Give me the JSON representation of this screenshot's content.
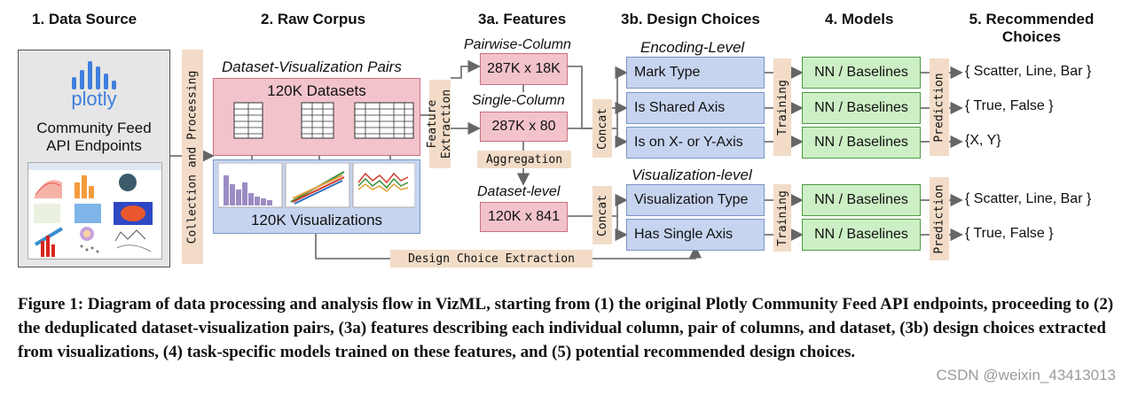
{
  "headers": {
    "data_source": "1. Data Source",
    "raw_corpus": "2. Raw Corpus",
    "features": "3a. Features",
    "design_choices": "3b. Design Choices",
    "models": "4. Models",
    "recommended": "5. Recommended Choices"
  },
  "source": {
    "logo": "plotly",
    "title_line1": "Community Feed",
    "title_line2": "API Endpoints"
  },
  "collection_label": "Collection and Processing",
  "corpus": {
    "pairs_label": "Dataset-Visualization Pairs",
    "datasets": "120K Datasets",
    "visualizations": "120K Visualizations"
  },
  "feature_extraction_label": "Feature Extraction",
  "features": {
    "pairwise_label": "Pairwise-Column",
    "pairwise_dims": "287K x 18K",
    "single_label": "Single-Column",
    "single_dims": "287K x 80",
    "aggregation": "Aggregation",
    "dataset_label": "Dataset-level",
    "dataset_dims": "120K x 841"
  },
  "concat_label": "Concat",
  "design": {
    "encoding_label": "Encoding-Level",
    "mark_type": "Mark Type",
    "shared_axis": "Is Shared Axis",
    "on_axis": "Is on X- or Y-Axis",
    "visualization_label": "Visualization-level",
    "vis_type": "Visualization Type",
    "single_axis": "Has Single Axis",
    "extraction_label": "Design Choice Extraction"
  },
  "training_label": "Training",
  "model_label": "NN / Baselines",
  "prediction_label": "Prediction",
  "outputs": [
    "{ Scatter, Line, Bar }",
    "{ True, False }",
    "{X, Y}",
    "{ Scatter, Line, Bar }",
    "{ True, False }"
  ],
  "caption": "Figure 1: Diagram of data processing and analysis flow in VizML, starting from (1) the original Plotly Community Feed API endpoints, proceeding to (2) the deduplicated dataset-visualization pairs, (3a) features describing each individual column, pair of columns, and dataset, (3b) design choices extracted from visualizations, (4) task-specific models trained on these features, and (5) potential recommended design choices.",
  "watermark": "CSDN @weixin_43413013",
  "colors": {
    "pink": "#f2c3cb",
    "blue": "#c7d4ef",
    "green": "#cdefc5",
    "tan": "#f2dcc8",
    "plotly": "#3f7fdc"
  }
}
